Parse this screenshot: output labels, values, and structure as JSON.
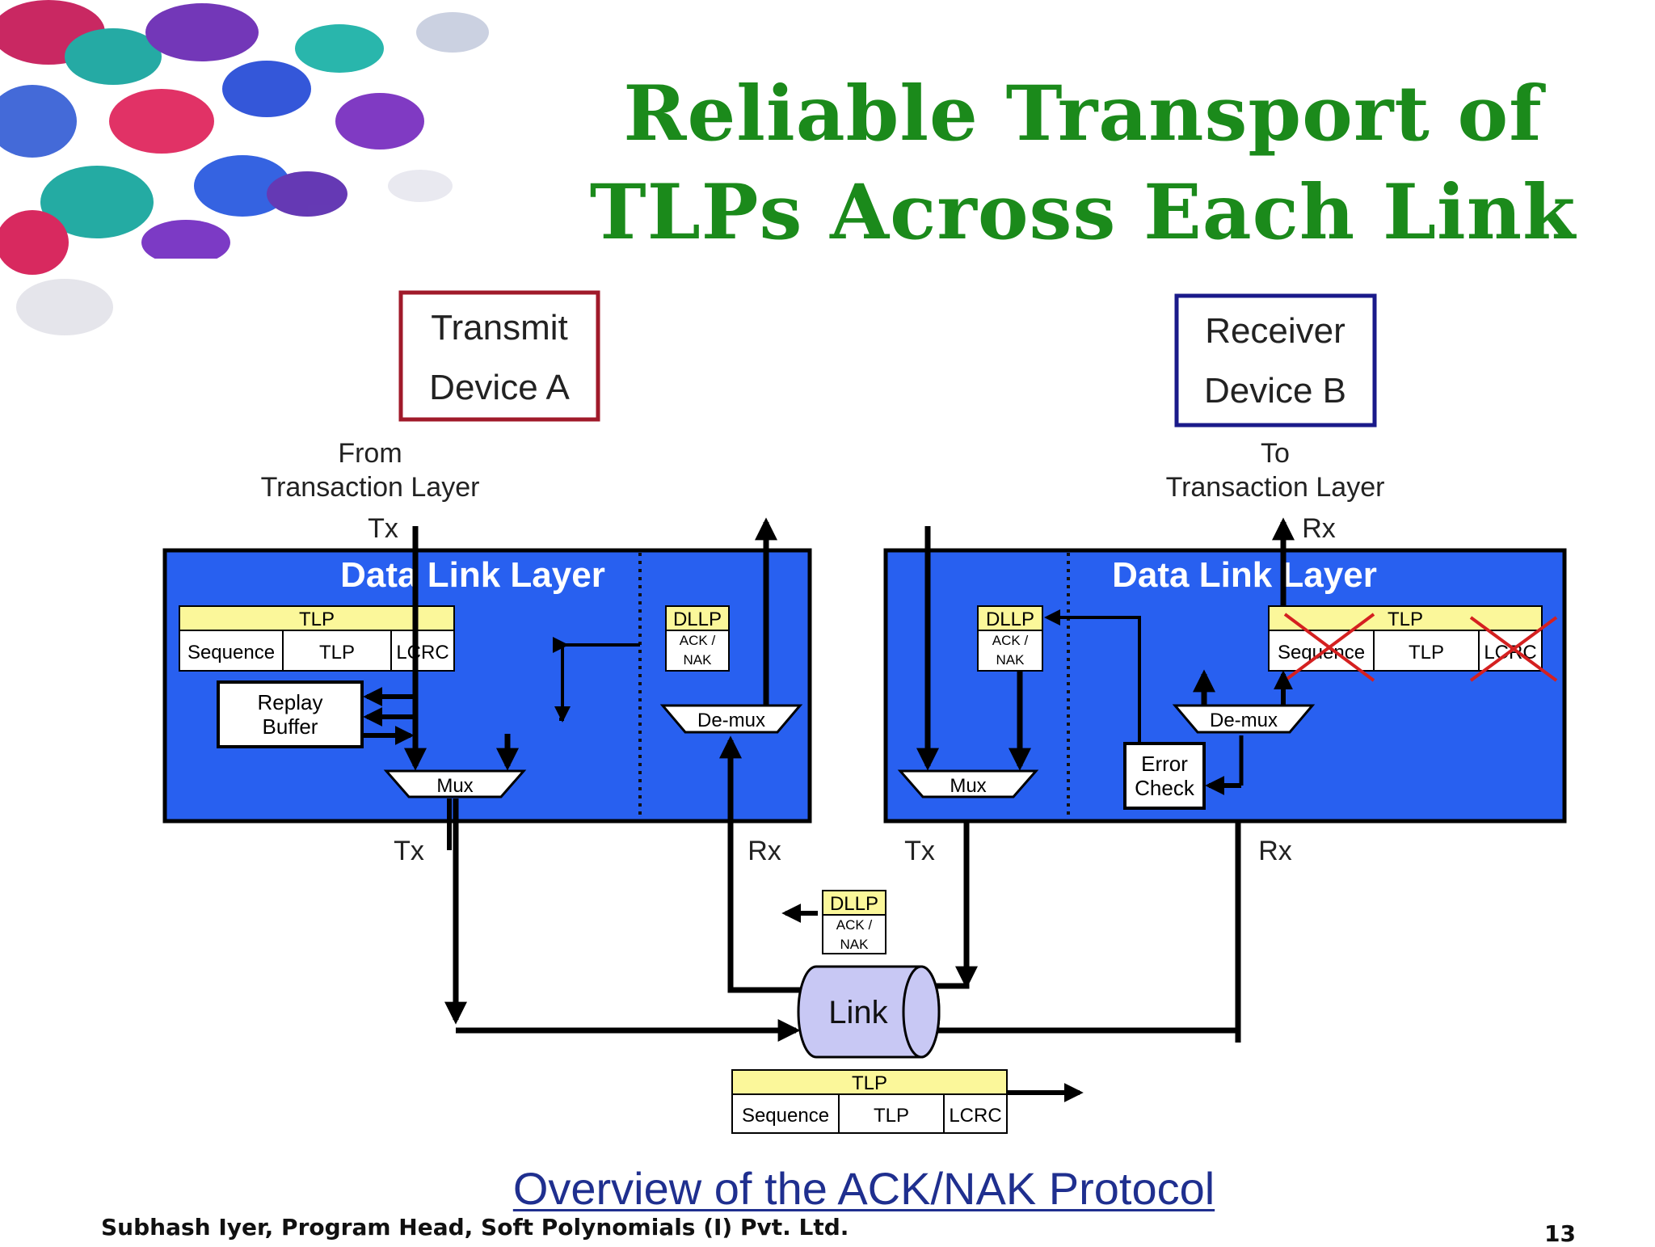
{
  "slide": {
    "title_line1": "Reliable Transport of",
    "title_line2": "TLPs Across Each Link",
    "caption": "Overview of the ACK/NAK Protocol",
    "footer": "Subhash Iyer, Program Head, Soft Polynomials (I) Pvt. Ltd.",
    "page_number": "13"
  },
  "devices": {
    "transmitter": {
      "line1": "Transmit",
      "line2": "Device A",
      "from_line1": "From",
      "from_line2": "Transaction Layer",
      "top_port": "Tx"
    },
    "receiver": {
      "line1": "Receiver",
      "line2": "Device B",
      "to_line1": "To",
      "to_line2": "Transaction Layer",
      "top_port": "Rx"
    }
  },
  "layers": {
    "left_title": "Data Link Layer",
    "right_title": "Data Link Layer"
  },
  "packet": {
    "tlp_header": "TLP",
    "sequence": "Sequence",
    "tlp": "TLP",
    "lcrc": "LCRC"
  },
  "dllp": {
    "title": "DLLP",
    "sub1": "ACK /",
    "sub2": "NAK"
  },
  "blocks": {
    "replay_line1": "Replay",
    "replay_line2": "Buffer",
    "mux": "Mux",
    "demux": "De-mux",
    "error_line1": "Error",
    "error_line2": "Check",
    "link": "Link"
  },
  "ports": {
    "left_tx": "Tx",
    "left_rx": "Rx",
    "right_tx": "Tx",
    "right_rx": "Rx"
  },
  "colors": {
    "title_green": "#1b8a1b",
    "layer_blue": "#2860f0",
    "field_yellow": "#fbf79a",
    "transmit_border": "#a01a2a",
    "receiver_border": "#1a1a8a",
    "link_fill": "#c8c8f4",
    "caption_blue": "#1f2f8f",
    "cross_red": "#d42020"
  }
}
